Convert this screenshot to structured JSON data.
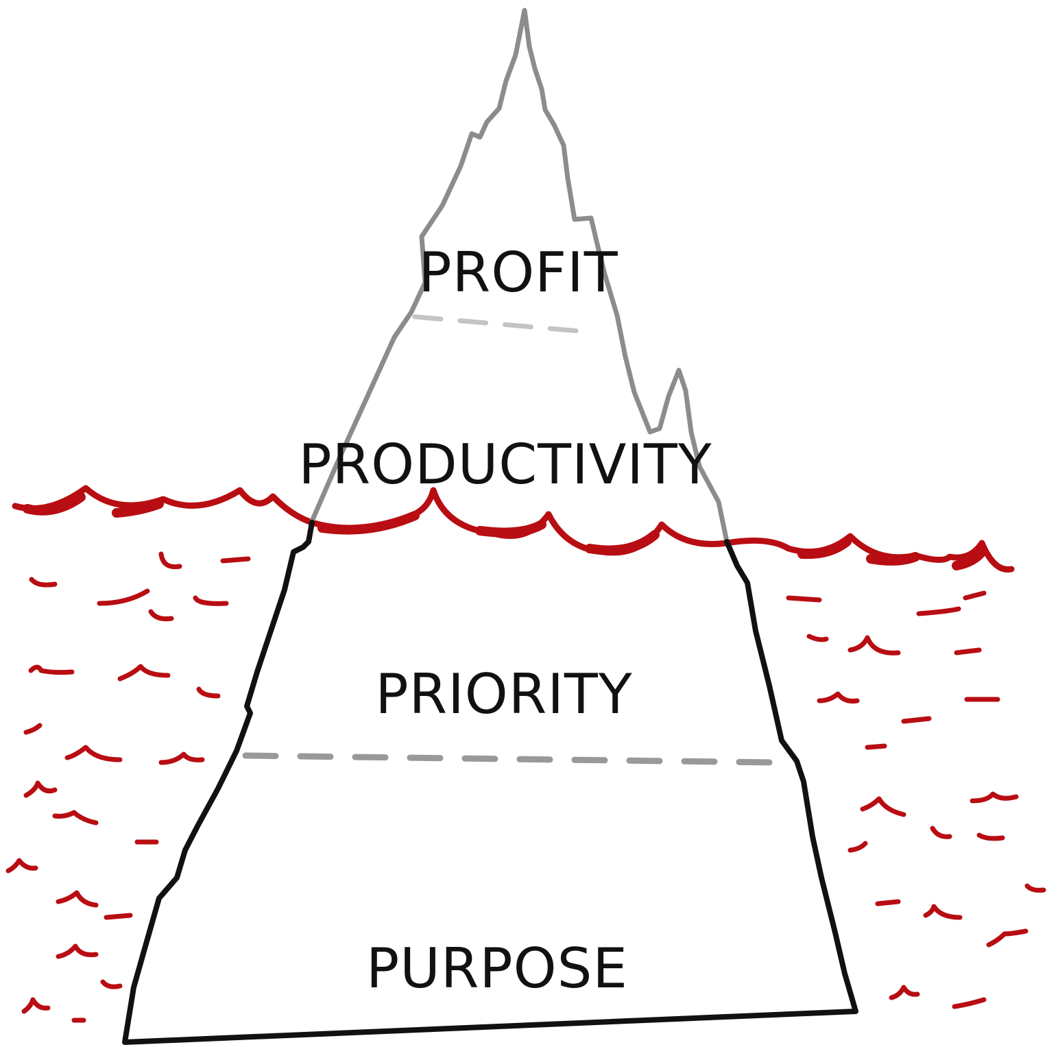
{
  "colors": {
    "outline_above": "#8c8c8c",
    "outline_below": "#111111",
    "water": "#b80d12",
    "dash_above": "#c4c4c4",
    "dash_below": "#999999",
    "text": "#111111",
    "background": "#ffffff"
  },
  "layers": [
    {
      "id": "profit",
      "label": "PROFIT"
    },
    {
      "id": "productivity",
      "label": "PRODUCTIVITY"
    },
    {
      "id": "priority",
      "label": "PRIORITY"
    },
    {
      "id": "purpose",
      "label": "PURPOSE"
    }
  ]
}
